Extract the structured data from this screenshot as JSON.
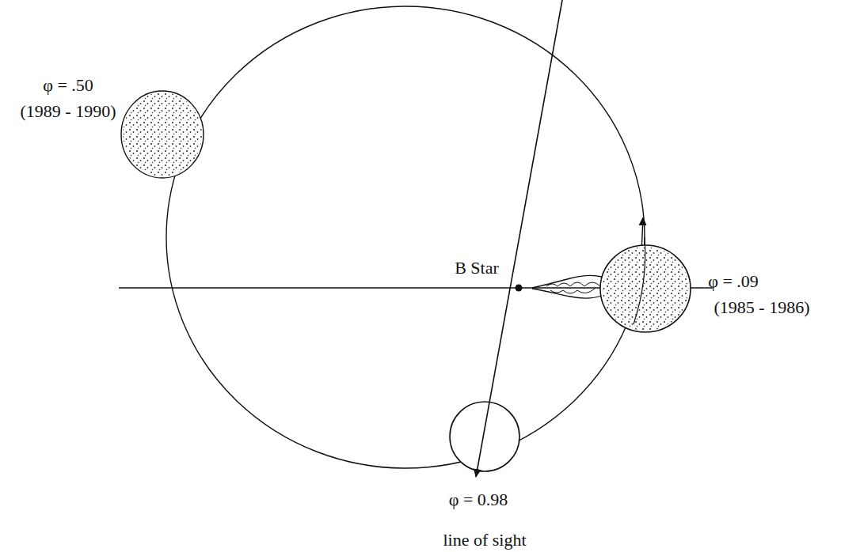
{
  "diagram": {
    "labels": [
      "φ = .50",
      "(1989 - 1990)",
      "B Star",
      "φ = .09",
      "(1985 - 1986)",
      "φ = 0.98",
      "line of sight"
    ]
  }
}
